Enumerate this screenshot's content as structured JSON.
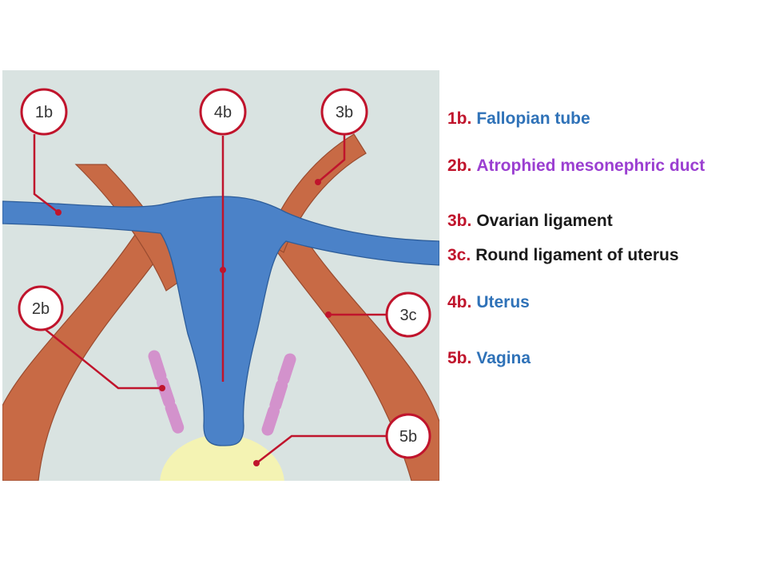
{
  "colors": {
    "background_panel": "#d9e3e1",
    "fallopian_uterus": "#4b82c8",
    "ligament": "#c86a45",
    "mesonephric_duct": "#d392cc",
    "vagina": "#f4f3b3",
    "callout_line": "#c0142c",
    "legend_code": "#c0142c"
  },
  "callouts": [
    {
      "id": "1b",
      "label": "1b"
    },
    {
      "id": "4b",
      "label": "4b"
    },
    {
      "id": "3b",
      "label": "3b"
    },
    {
      "id": "2b",
      "label": "2b"
    },
    {
      "id": "3c",
      "label": "3c"
    },
    {
      "id": "5b",
      "label": "5b"
    }
  ],
  "legend": [
    {
      "code": "1b.",
      "text": "Fallopian tube",
      "color": "#2f72b8"
    },
    {
      "code": "2b.",
      "text": "Atrophied mesonephric duct",
      "color": "#9b3fd1"
    },
    {
      "code": "3b.",
      "text": "Ovarian ligament",
      "color": "#1a1a1a"
    },
    {
      "code": "3c.",
      "text": "Round ligament of uterus",
      "color": "#1a1a1a"
    },
    {
      "code": "4b.",
      "text": "Uterus",
      "color": "#2f72b8"
    },
    {
      "code": "5b.",
      "text": "Vagina",
      "color": "#2f72b8"
    }
  ]
}
